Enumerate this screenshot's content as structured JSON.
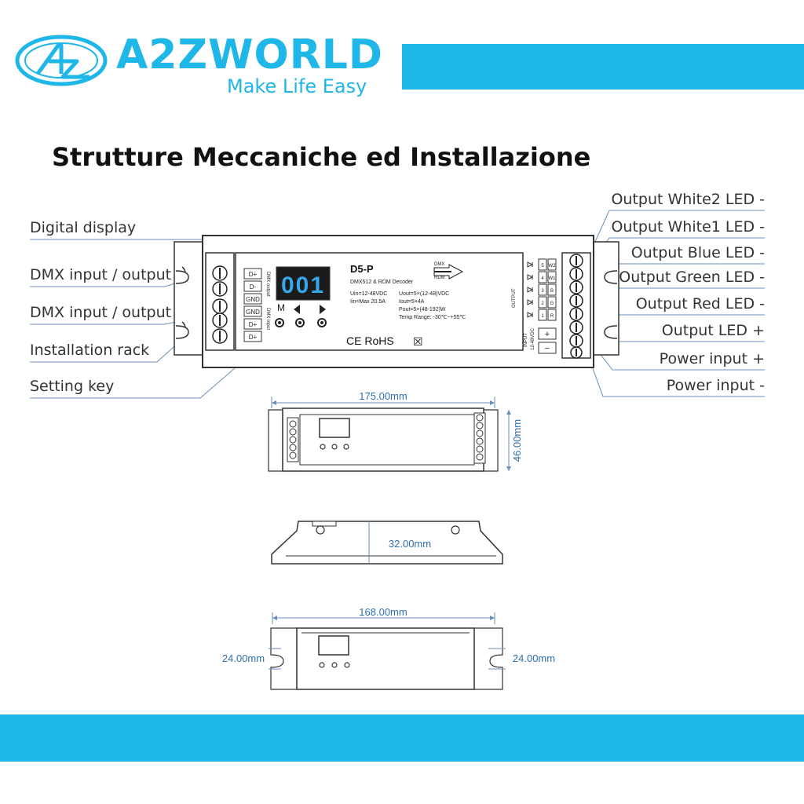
{
  "brand": {
    "name": "A2ZWORLD",
    "tagline": "Make Life Easy",
    "accent": "#1fb6e8"
  },
  "heading": "Strutture Meccaniche ed Installazione",
  "labels_left": [
    "Digital display",
    "DMX input / output",
    "DMX input / output",
    "Installation rack",
    "Setting key"
  ],
  "labels_right": [
    "Output White2 LED -",
    "Output White1 LED -",
    "Output Blue LED -",
    "Output Green LED -",
    "Output Red LED -",
    "Output LED +",
    "Power input +",
    "Power input -"
  ],
  "device": {
    "display": "001",
    "model": "D5-P",
    "subtitle": "DMX512 & RDM Decoder",
    "spec_left": [
      "Uin=12-48VDC",
      "Iin=Max 20.5A"
    ],
    "spec_right": [
      "Uout=5×(12-48)VDC",
      "Iout=5×4A",
      "Pout=5×(48-192)W",
      "Temp Range: -30℃~+55℃"
    ],
    "left_terminals": [
      "D+",
      "D-",
      "GND",
      "GND",
      "D+",
      "D+"
    ],
    "dmx_top": "DMX output",
    "dmx_bottom": "DMX input",
    "key_m": "M",
    "cert": "CE RoHS",
    "weee": "☒",
    "dmx_tag_top": "DMX",
    "dmx_tag_bottom": "RDM",
    "output_label": "OUTPUT",
    "output_channels": [
      "5",
      "4",
      "3",
      "2",
      "1"
    ],
    "output_colors": [
      "W2",
      "W1",
      "B",
      "G",
      "R"
    ],
    "input_label": "INPUT",
    "input_voltage": "12-48VDC",
    "plus": "+",
    "minus": "−"
  },
  "dimensions": {
    "length": "175.00mm",
    "height": "46.00mm",
    "depth": "32.00mm",
    "mount": "168.00mm",
    "rack_left": "24.00mm",
    "rack_right": "24.00mm"
  }
}
